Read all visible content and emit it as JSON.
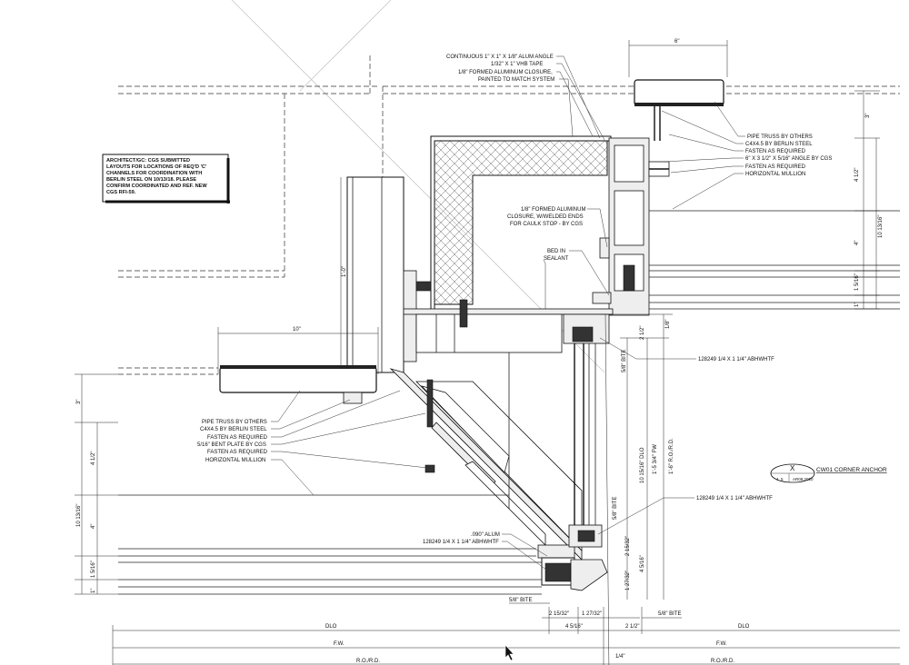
{
  "notes": {
    "coordination": [
      "ARCHITECT/GC: CGS SUBMITTED",
      "LAYOUTS FOR LOCATIONS OF REQ'D 'C'",
      "CHANNELS FOR COORDINATION WITH",
      "BERLIN STEEL ON 10/13/18. PLEASE",
      "CONFIRM COORDINATED AND REF. NEW",
      "CGS RFI-59."
    ]
  },
  "callouts": {
    "alum_angle": "CONTINUOUS 1\" X 1\" X 1/8\" ALUM ANGLE",
    "vhb_tape": "1/32\" X 1\" VHB TAPE",
    "closure_top_1": "1/8\" FORMED ALUMINUM CLOSURE,",
    "closure_top_2": "PAINTED TO MATCH SYSTEM",
    "closure_mid_1": "1/8\" FORMED ALUMINUM",
    "closure_mid_2": "CLOSURE, W/WELDED ENDS",
    "closure_mid_3": "FOR CAULK STOP - BY CGS",
    "bed_sealant_1": "BED IN",
    "bed_sealant_2": "SEALANT",
    "right_group": [
      "PIPE TRUSS BY OTHERS",
      "C4X4.5 BY BERLIN STEEL",
      "FASTEN AS REQUIRED",
      "6\" X 3 1/2\" X 5/16\" ANGLE BY CGS",
      "FASTEN AS REQUIRED",
      "HORIZONTAL MULLION"
    ],
    "left_group": [
      "PIPE TRUSS BY OTHERS",
      "C4X4.5 BY BERLIN STEEL",
      "FASTEN AS REQUIRED",
      "5/16\" BENT PLATE BY CGS",
      "FASTEN AS REQUIRED",
      "HORIZONTAL MULLION"
    ],
    "fastener_upper": "128249 1/4 X 1 1/4\" ABHWHTF",
    "fastener_lower": "128249 1/4 X 1 1/4\" ABHWHTF",
    "alum_090": ".090\" ALUM",
    "fastener_left": "128249 1/4 X 1 1/4\" ABHWHTF"
  },
  "section_tag": {
    "mark": "X",
    "sheet_left": "4, 5",
    "sheet_right": "AR08.2020",
    "title": "CW01 CORNER ANCHOR"
  },
  "dimensions": {
    "top_6": "6\"",
    "d10": "10\"",
    "d1_0": "1'-0\"",
    "r3": "3\"",
    "r4_1_2": "4 1/2\"",
    "r4": "4\"",
    "r1_5_16": "1 5/16\"",
    "r10_13_16": "10 13/16\"",
    "r1": "1\"",
    "l3": "3\"",
    "l4_1_2": "4 1/2\"",
    "l10_13_16": "10 13/16\"",
    "l4": "4\"",
    "l1_5_16": "1 5/16\"",
    "l1": "1\"",
    "bite_upper": "5/8\" BITE",
    "v2_1_2": "2 1/2\"",
    "v1_8": "1/8\"",
    "dlo_v": "10 15/16\" DLO",
    "fw_v": "1'-5 3/4\" FW",
    "ro_v": "1'-6\" R.O./R.D.",
    "bite_vert": "5/8\" BITE",
    "v2_15_32": "2 15/32\"",
    "v4_5_16": "4 5/16\"",
    "v1_27_32": "1 27/32\"",
    "bite_bottom_left": "5/8\" BITE",
    "bite_bottom_right": "5/8\" BITE",
    "b2_15_32": "2 15/32\"",
    "b1_27_32": "1 27/32\"",
    "b4_5_16": "4 5/16\"",
    "b2_1_2": "2 1/2\"",
    "dlo_left": "DLO",
    "dlo_right": "DLO",
    "fw_left": "F.W.",
    "fw_right": "F.W.",
    "ro_left": "R.O./R.D.",
    "ro_right": "R.O./R.D.",
    "b1_4": "1/4\""
  }
}
